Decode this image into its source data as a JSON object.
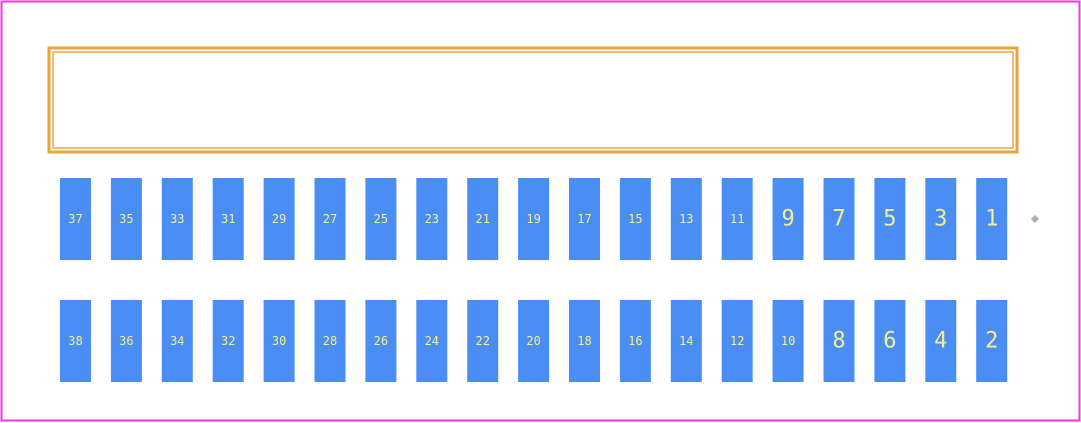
{
  "colors": {
    "board_outline": "#ff33dd",
    "body_outline": "#e8a33a",
    "body_fill": "#ffffff",
    "pad": "#4a8ef5",
    "pad_label": "#f4f08a",
    "pin1_marker": "#b0b0b0"
  },
  "rows": {
    "top": [
      "37",
      "35",
      "33",
      "31",
      "29",
      "27",
      "25",
      "23",
      "21",
      "19",
      "17",
      "15",
      "13",
      "11",
      "9",
      "7",
      "5",
      "3",
      "1"
    ],
    "bottom": [
      "38",
      "36",
      "34",
      "32",
      "30",
      "28",
      "26",
      "24",
      "22",
      "20",
      "18",
      "16",
      "14",
      "12",
      "10",
      "8",
      "6",
      "4",
      "2"
    ]
  }
}
